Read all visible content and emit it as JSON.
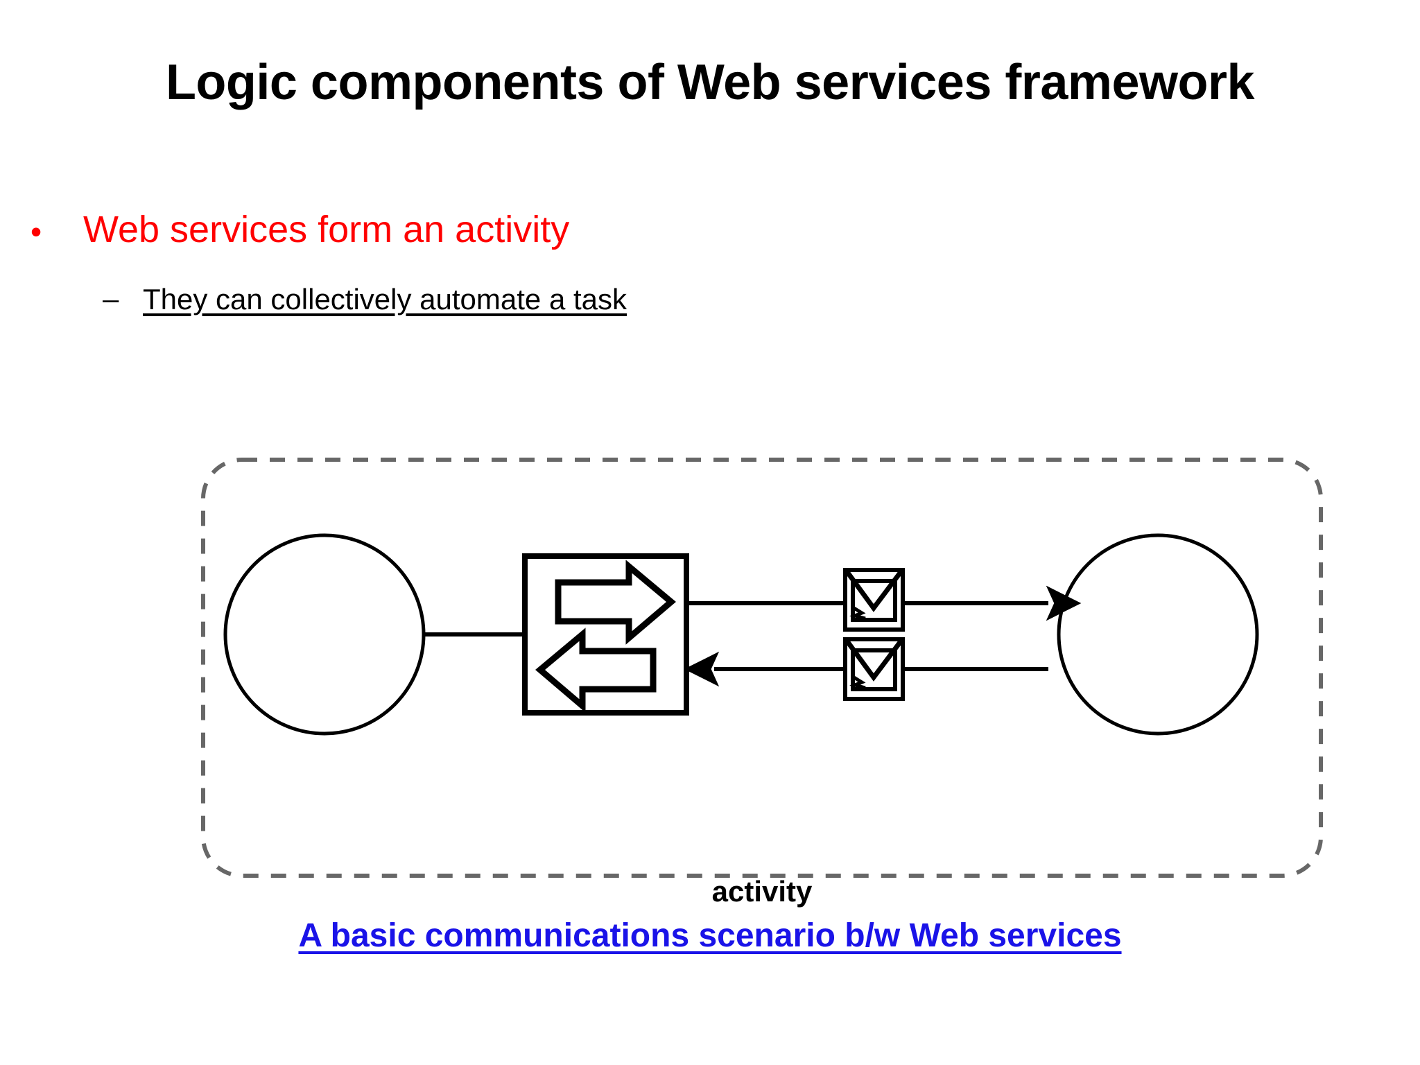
{
  "slide": {
    "title": "Logic components of Web services framework",
    "background_color": "#ffffff"
  },
  "bullets": [
    {
      "level": 1,
      "marker": "•",
      "text": "Web services form an activity",
      "color": "#ff0000",
      "underline": false
    },
    {
      "level": 2,
      "marker": "–",
      "text": "They can collectively automate a task",
      "color": "#000000",
      "underline": true
    }
  ],
  "diagram": {
    "boundary_label": "activity",
    "boundary_style": "dashed-rounded-rectangle",
    "boundary_color": "#676767",
    "stroke_color": "#000000",
    "nodes": [
      {
        "id": "left-service",
        "shape": "circle",
        "label": ""
      },
      {
        "id": "exchange-box",
        "shape": "square",
        "label": "",
        "icon": "two-way-exchange-arrows-icon"
      },
      {
        "id": "right-service",
        "shape": "circle",
        "label": ""
      }
    ],
    "messages": [
      {
        "id": "message-out",
        "icon": "envelope-icon",
        "direction": "left-to-right"
      },
      {
        "id": "message-in",
        "icon": "envelope-icon",
        "direction": "right-to-left"
      }
    ]
  },
  "caption": {
    "text": "A basic communications scenario b/w Web services",
    "color": "#1a13e8"
  }
}
